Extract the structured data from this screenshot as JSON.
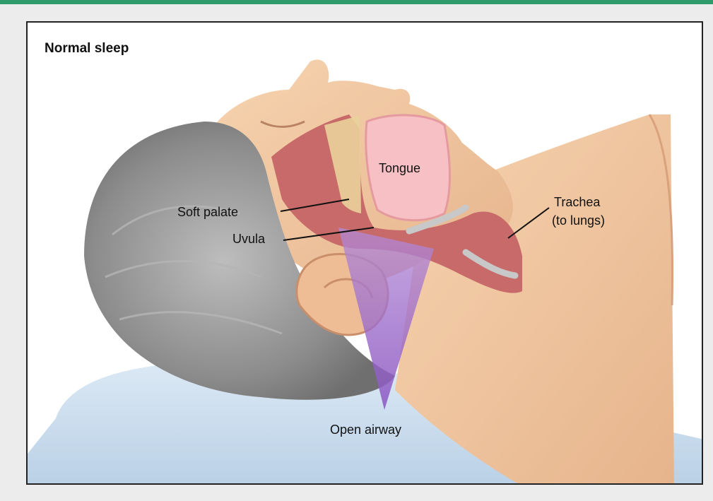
{
  "title": "Normal sleep",
  "labels": {
    "tongue": "Tongue",
    "soft_palate": "Soft palate",
    "uvula": "Uvula",
    "trachea_line1": "Trachea",
    "trachea_line2": "(to lungs)",
    "open_airway": "Open airway"
  },
  "colors": {
    "skin": "#f2c9a0",
    "skin_shade": "#e2a982",
    "hair": "#9a9a9a",
    "pillow": "#c7dcef",
    "tissue": "#c86a6a",
    "tongue": "#f6c0c4",
    "airway_highlight": "#a062c8",
    "accent_rule": "#2f9a6a"
  }
}
